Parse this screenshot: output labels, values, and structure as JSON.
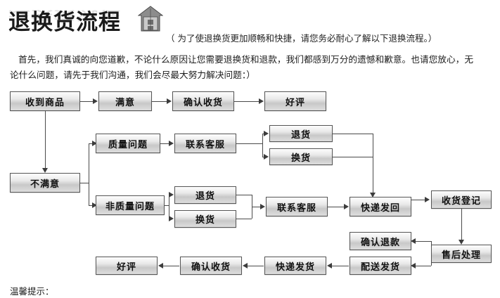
{
  "header": {
    "title": "退换货流程",
    "icon": "house-icon",
    "subtitle": "（ 为了使退换货更加顺畅和快捷，请您务必耐心了解以下退换流程。）"
  },
  "intro": {
    "line1": "首先，我们真诚的向您道歉，不论什么原因让您需要退换货和退款，我们都感到万分的遗憾和歉意。也请您放心，无",
    "line2": "论什么问题，请先于我们沟通，我们会尽最大努力解决问题：）"
  },
  "flow": {
    "nodes": [
      {
        "id": "recv",
        "label": "收到商品"
      },
      {
        "id": "satisfied",
        "label": "满意"
      },
      {
        "id": "confirm1",
        "label": "确认收货"
      },
      {
        "id": "praise1",
        "label": "好评"
      },
      {
        "id": "quality",
        "label": "质量问题"
      },
      {
        "id": "service1",
        "label": "联系客服"
      },
      {
        "id": "return1",
        "label": "退货"
      },
      {
        "id": "exchange1",
        "label": "换货"
      },
      {
        "id": "unsat",
        "label": "不满意"
      },
      {
        "id": "nonqual",
        "label": "非质量问题"
      },
      {
        "id": "return2",
        "label": "退货"
      },
      {
        "id": "exchange2",
        "label": "换货"
      },
      {
        "id": "service2",
        "label": "联系客服"
      },
      {
        "id": "express",
        "label": "快递发回"
      },
      {
        "id": "register",
        "label": "收货登记"
      },
      {
        "id": "refund",
        "label": "确认退款"
      },
      {
        "id": "after",
        "label": "售后处理"
      },
      {
        "id": "ship",
        "label": "配送发货"
      },
      {
        "id": "sendout",
        "label": "快递发货"
      },
      {
        "id": "confirm2",
        "label": "确认收货"
      },
      {
        "id": "praise2",
        "label": "好评"
      }
    ]
  },
  "footer": {
    "note": "温馨提示："
  },
  "colors": {
    "box_border": "#555555",
    "box_fill_light": "#fdfdfd",
    "box_fill_dark": "#c8c8c8",
    "line": "#4a4a4a",
    "title": "#1a1a1a"
  }
}
